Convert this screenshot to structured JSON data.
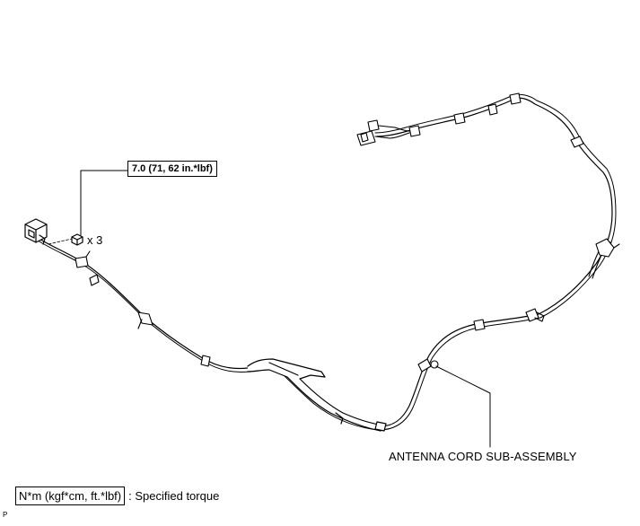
{
  "torque": {
    "spec": "7.0 (71, 62 in.*lbf)",
    "quantity": "x 3"
  },
  "part": {
    "name": "ANTENNA CORD SUB-ASSEMBLY"
  },
  "legend": {
    "unit_label": "N*m (kgf*cm, ft.*lbf)",
    "description": ": Specified torque"
  },
  "page_code": "P"
}
